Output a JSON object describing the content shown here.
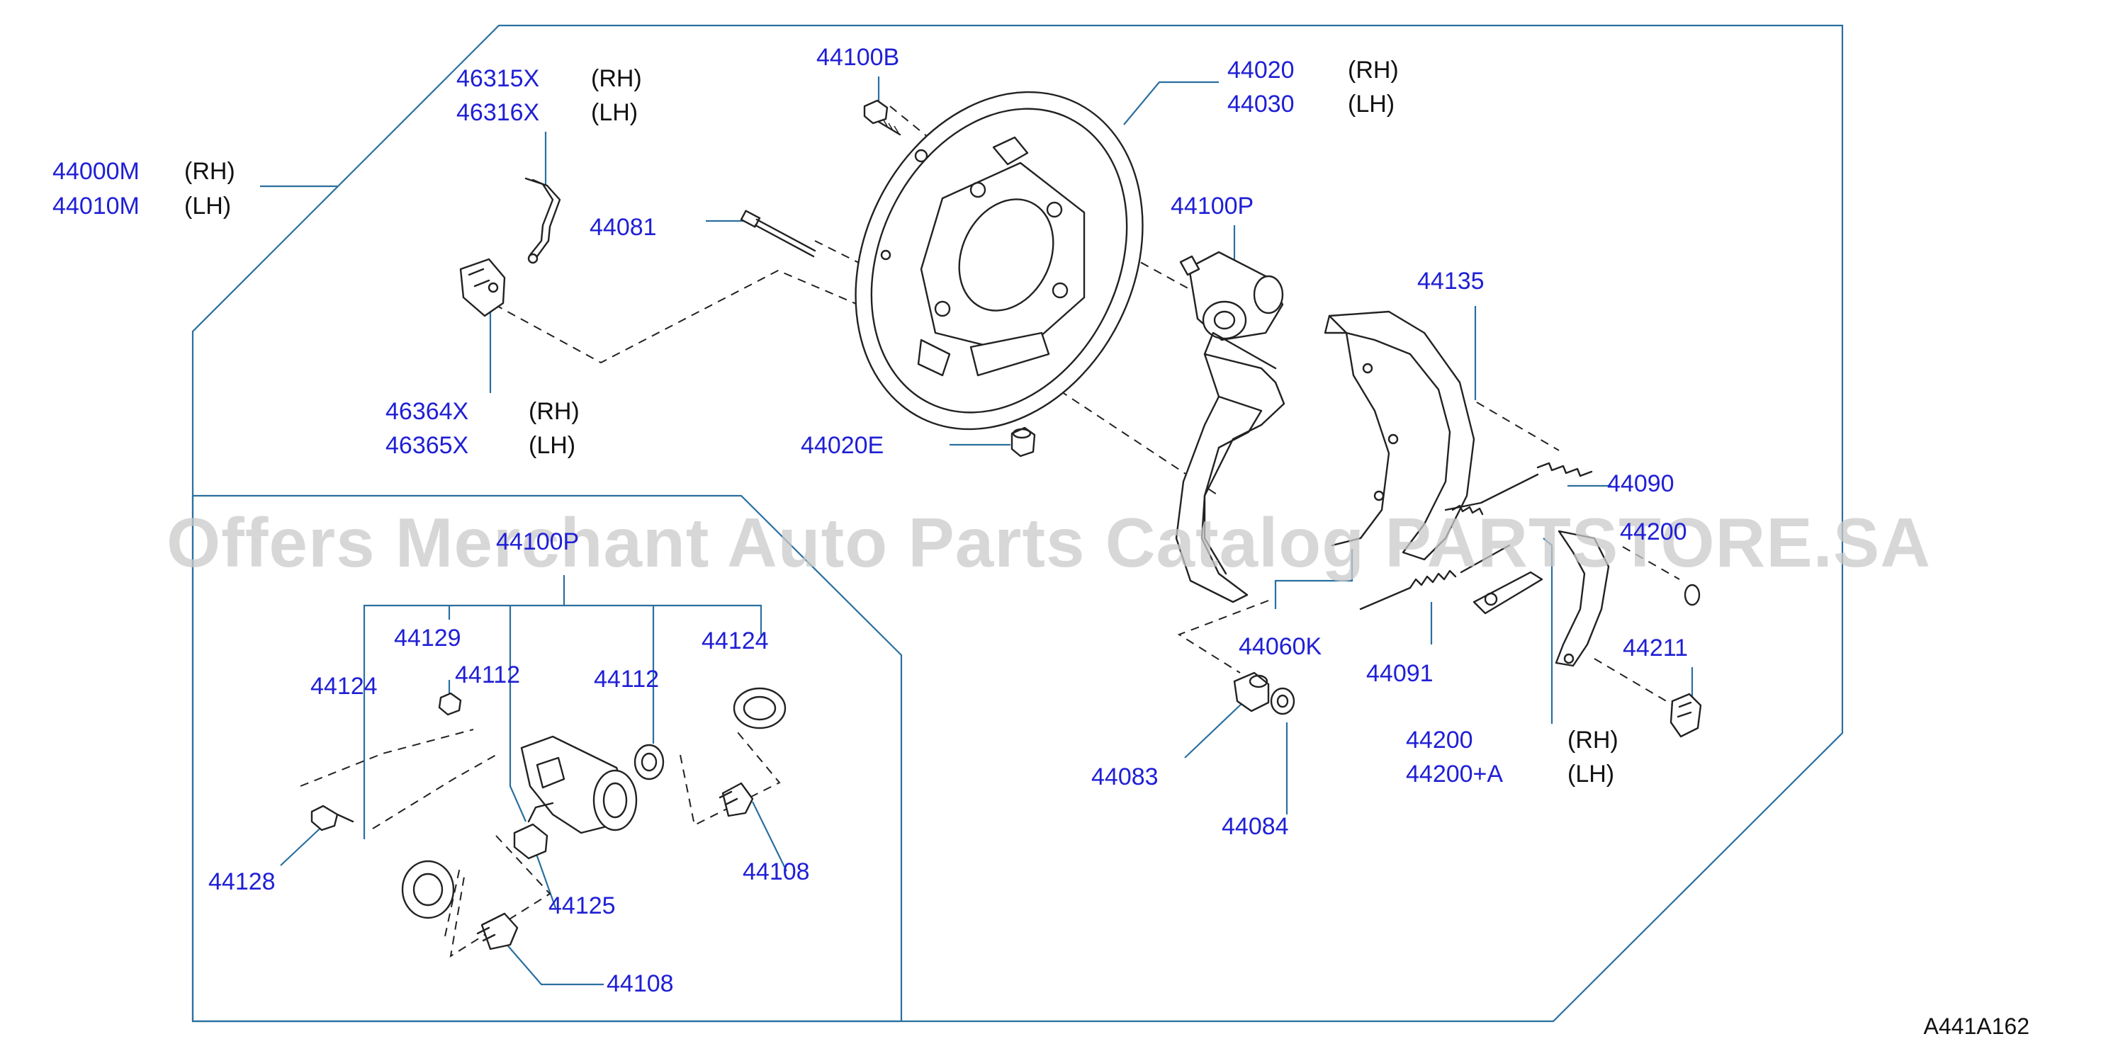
{
  "diagram": {
    "figure_code": "A441A162",
    "watermark": "Offers Merchant Auto Parts Catalog PARTSTORE.SA",
    "callouts": {
      "assy_rh": "44000M",
      "assy_lh": "44010M",
      "hose_rh": "46315X",
      "hose_lh": "46316X",
      "bracket_rh": "46364X",
      "bracket_lh": "46365X",
      "bolt": "44100B",
      "plate_rh": "44020",
      "plate_lh": "44030",
      "pin": "44081",
      "cylinder": "44100P",
      "cap": "44020E",
      "spring_135": "44135",
      "shoe_kit": "44060K",
      "spring_090": "44090",
      "washer_201": "44200",
      "lever_211": "44211",
      "spring_091": "44091",
      "lever_rh": "44200",
      "lever_lh": "44200+A",
      "spring_083": "44083",
      "washer_084": "44084",
      "inset_title": "44100P",
      "i_44129": "44129",
      "i_44124_left": "44124",
      "i_44112_left": "44112",
      "i_44112_right": "44112",
      "i_44124_right": "44124",
      "i_44128": "44128",
      "i_44125": "44125",
      "i_44108_right": "44108",
      "i_44108_bottom": "44108"
    },
    "sides": {
      "assy_rh": "(RH)",
      "assy_lh": "(LH)",
      "hose_rh": "(RH)",
      "hose_lh": "(LH)",
      "bracket_rh": "(RH)",
      "bracket_lh": "(LH)",
      "plate_rh": "(RH)",
      "plate_lh": "(LH)",
      "lever_rh": "(RH)",
      "lever_lh": "(LH)"
    }
  }
}
